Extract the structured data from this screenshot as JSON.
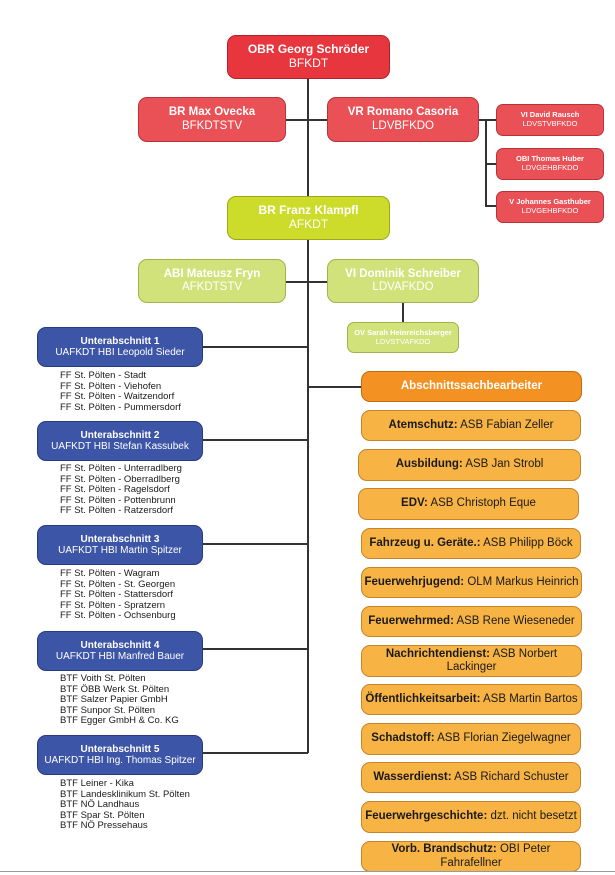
{
  "top": {
    "name": "OBR Georg Schröder",
    "role": "BFKDT"
  },
  "deputy1": {
    "name": "BR Max Ovecka",
    "role": "BFKDTSTV"
  },
  "admin": {
    "name": "VR Romano Casoria",
    "role": "LDVBFKDO"
  },
  "admin_staff": [
    {
      "name": "VI David Rausch",
      "role": "LDVSTVBFKDO"
    },
    {
      "name": "OBI Thomas Huber",
      "role": "LDVGEHBFKDO"
    },
    {
      "name": "V Johannes Gasthuber",
      "role": "LDVGEHBFKDO"
    }
  ],
  "section": {
    "name": "BR Franz Klampfl",
    "role": "AFKDT"
  },
  "section_deputy": {
    "name": "ABI Mateusz Fryn",
    "role": "AFKDTSTV"
  },
  "section_admin": {
    "name": "VI Dominik Schreiber",
    "role": "LDVAFKDO"
  },
  "section_admin_staff": {
    "name": "OV Sarah Heinreichsberger",
    "role": "LDVSTVAFKDO"
  },
  "subsections": [
    {
      "title": "Unterabschnitt 1",
      "leader": "UAFKDT HBI Leopold Sieder",
      "units": [
        "FF St. Pölten - Stadt",
        "FF St. Pölten - Viehofen",
        "FF St. Pölten - Waitzendorf",
        "FF St. Pölten - Pummersdorf"
      ]
    },
    {
      "title": "Unterabschnitt 2",
      "leader": "UAFKDT HBI Stefan Kassubek",
      "units": [
        "FF St. Pölten - Unterradlberg",
        "FF St. Pölten - Oberradlberg",
        "FF St. Pölten - Ragelsdorf",
        "FF St. Pölten - Pottenbrunn",
        "FF St. Pölten - Ratzersdorf"
      ]
    },
    {
      "title": "Unterabschnitt 3",
      "leader": "UAFKDT HBI Martin Spitzer",
      "units": [
        "FF St. Pölten - Wagram",
        "FF St. Pölten - St. Georgen",
        "FF St. Pölten - Stattersdorf",
        "FF St. Pölten - Spratzern",
        "FF St. Pölten - Ochsenburg"
      ]
    },
    {
      "title": "Unterabschnitt 4",
      "leader": "UAFKDT HBI Manfred Bauer",
      "units": [
        "BTF Voith St. Pölten",
        "BTF ÖBB Werk St. Pölten",
        "BTF Salzer Papier GmbH",
        "BTF Sunpor St. Pölten",
        "BTF Egger GmbH & Co. KG"
      ]
    },
    {
      "title": "Unterabschnitt 5",
      "leader": "UAFKDT HBI Ing. Thomas Spitzer",
      "units": [
        "BTF Leiner - Kika",
        "BTF Landesklinikum St. Pölten",
        "BTF NÖ Landhaus",
        "BTF Spar St. Pölten",
        "BTF NÖ Pressehaus"
      ]
    }
  ],
  "asb_header": "Abschnittssachbearbeiter",
  "asb": [
    {
      "area": "Atemschutz:",
      "person": "ASB Fabian Zeller"
    },
    {
      "area": "Ausbildung:",
      "person": "ASB Jan Strobl"
    },
    {
      "area": "EDV:",
      "person": "ASB Christoph Eque"
    },
    {
      "area": "Fahrzeug u. Geräte.:",
      "person": "ASB Philipp Böck"
    },
    {
      "area": "Feuerwehrjugend:",
      "person": "OLM Markus Heinrich"
    },
    {
      "area": "Feuerwehrmed:",
      "person": "ASB Rene Wieseneder"
    },
    {
      "area": "Nachrichtendienst:",
      "person": "ASB Norbert Lackinger"
    },
    {
      "area": "Öffentlichkeitsarbeit:",
      "person": "ASB Martin Bartos"
    },
    {
      "area": "Schadstoff:",
      "person": "ASB Florian Ziegelwagner"
    },
    {
      "area": "Wasserdienst:",
      "person": "ASB Richard Schuster"
    },
    {
      "area": "Feuerwehrgeschichte:",
      "person": "dzt. nicht besetzt"
    },
    {
      "area": "Vorb. Brandschutz:",
      "person": "OBI Peter Fahrafellner"
    }
  ],
  "colors": {
    "command": "#e8363f",
    "staff": "#ea5156",
    "section": "#cddc2a",
    "section_staff": "#d2e27a",
    "subsection": "#3d55a6",
    "asb_header": "#f39122",
    "asb": "#f7b344"
  }
}
